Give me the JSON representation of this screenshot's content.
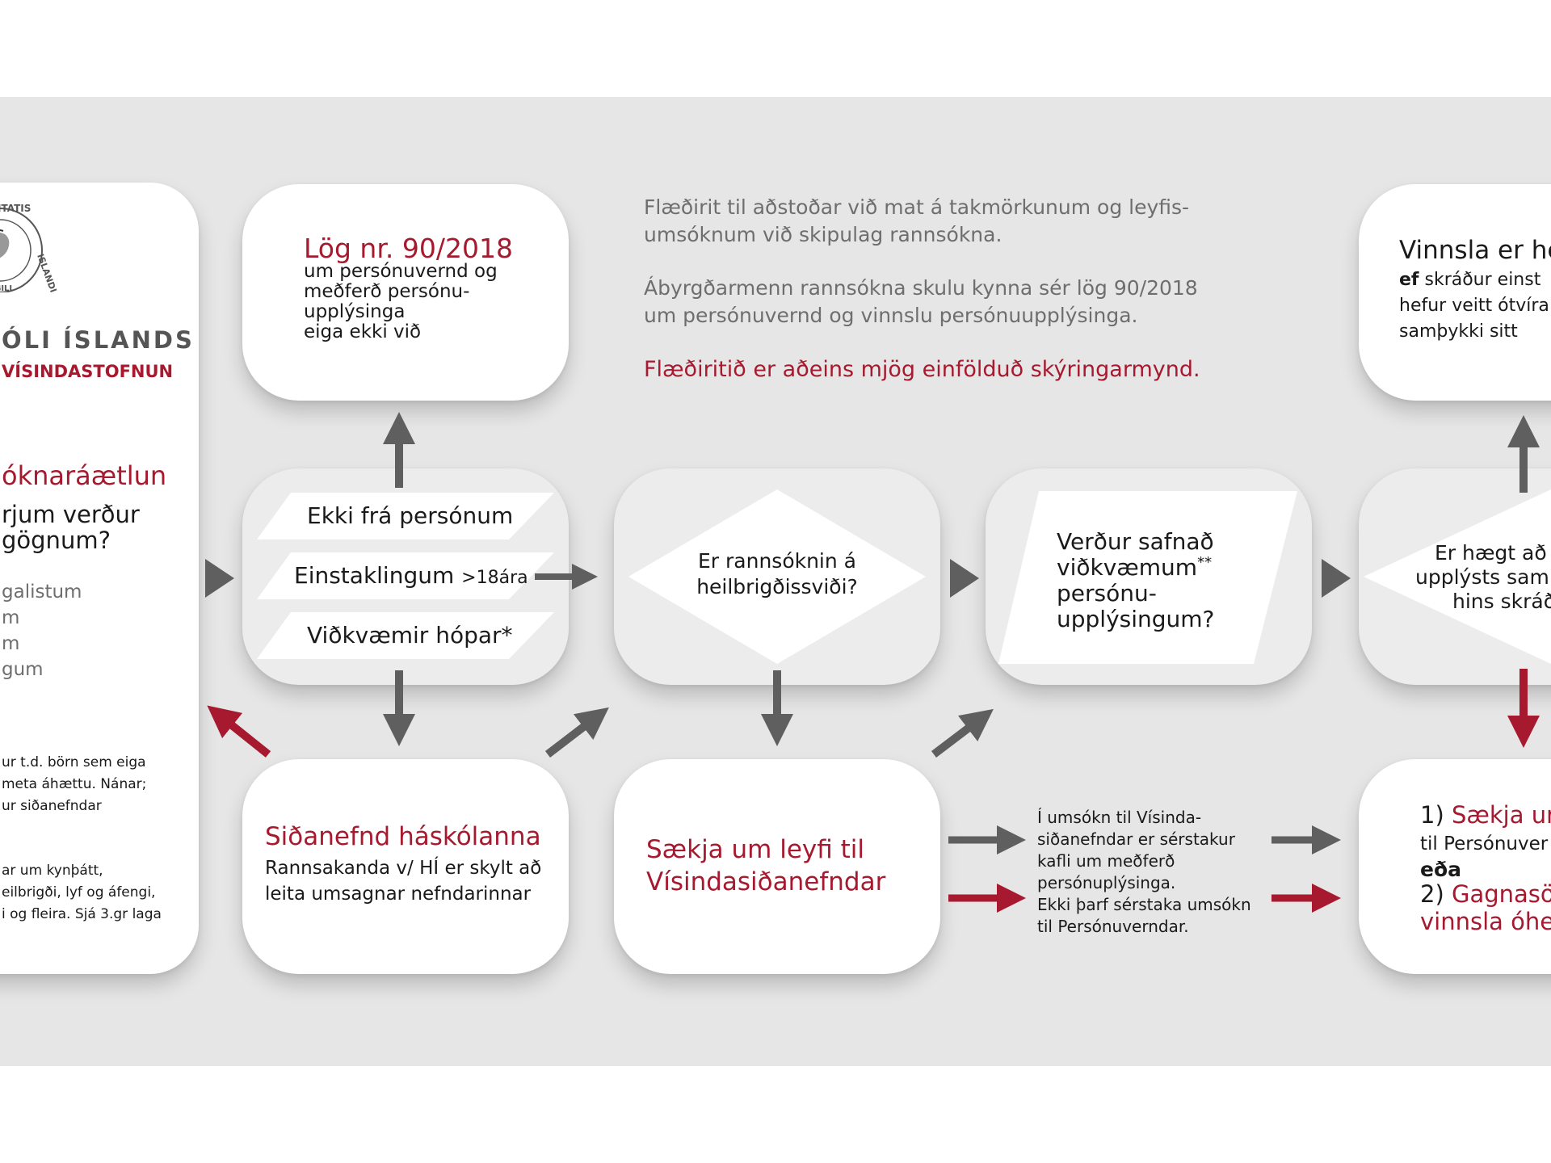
{
  "colors": {
    "accent_red": "#a6192e",
    "arrow_grey": "#5f5f5f",
    "band_grey": "#e6e6e6"
  },
  "left_panel": {
    "logo_ring_text": "UNIVERSITATIS ISLANDIAE SIGILLUM",
    "university_name": "ÓLI ÍSLANDS",
    "institute": "VÍSINDASTOFNUN",
    "plan_title": "óknaráætlun",
    "question_lines": [
      "rjum verður",
      "gögnum?"
    ],
    "list_items": [
      "galistum",
      "m",
      "m",
      "gum"
    ],
    "note1_lines": [
      "ur t.d. börn sem eiga",
      "meta áhættu. Nánar;",
      "ur siðanefndar"
    ],
    "note2_lines": [
      "ar um kynþátt,",
      "eilbrigði, lyf og áfengi,",
      "i og fleira. Sjá 3.gr laga"
    ]
  },
  "law_box": {
    "title": "Lög nr. 90/2018",
    "lines": [
      "um persónuvernd og",
      "meðferð persónu-",
      "upplýsinga",
      "eiga ekki við"
    ]
  },
  "intro": {
    "para1_lines": [
      "Flæðirit til aðstoðar við mat á takmörkunum og leyfis-",
      "umsóknum við skipulag rannsókna."
    ],
    "para2_lines": [
      "Ábyrgðarmenn rannsókna skulu kynna sér lög 90/2018",
      "um persónuvernd og vinnslu persónuupplýsinga."
    ],
    "disclaimer": "Flæðiritið er aðeins mjög einfölduð skýringarmynd."
  },
  "consent_box": {
    "title": "Vinnsla er he",
    "bold_word": "ef",
    "line1_rest": " skráður einst",
    "line2": "hefur veitt ótvíra",
    "line3": "samþykki sitt"
  },
  "sources": {
    "option1": "Ekki frá persónum",
    "option2_main": "Einstaklingum",
    "option2_small": ">18ára",
    "option3": "Viðkvæmir hópar*"
  },
  "decisions": {
    "health_lines": [
      "Er rannsóknin á",
      "heilbrigðissviði?"
    ],
    "sensitive_lines": [
      "Verður safnað",
      "viðkvæmum",
      "persónu-",
      "upplýsingum?"
    ],
    "sensitive_mark": "**",
    "consent_lines": [
      "Er hægt að",
      "upplýsts sam",
      "hins skráð"
    ]
  },
  "ethics_box": {
    "title": "Siðanefnd háskólanna",
    "lines": [
      "Rannsakanda v/ HÍ er skylt að",
      "leita umsagnar nefndarinnar"
    ]
  },
  "science_box": {
    "lines": [
      "Sækja um leyfi til",
      "Vísindasiðanefndar"
    ]
  },
  "app_note": {
    "lines": [
      "Í umsókn til Vísinda-",
      "siðanefndar er sérstakur",
      "kafli um meðferð",
      "persónuplýsinga.",
      "Ekki þarf sérstaka umsókn",
      "til Persónuverndar."
    ]
  },
  "final_box": {
    "item1_num": "1)",
    "item1_red": "Sækja ur",
    "item1_line2": "til Persónuver",
    "or_word": "eða",
    "item2_num": "2)",
    "item2_red": "Gagnasö",
    "item2_line2": "vinnsla óhe"
  }
}
